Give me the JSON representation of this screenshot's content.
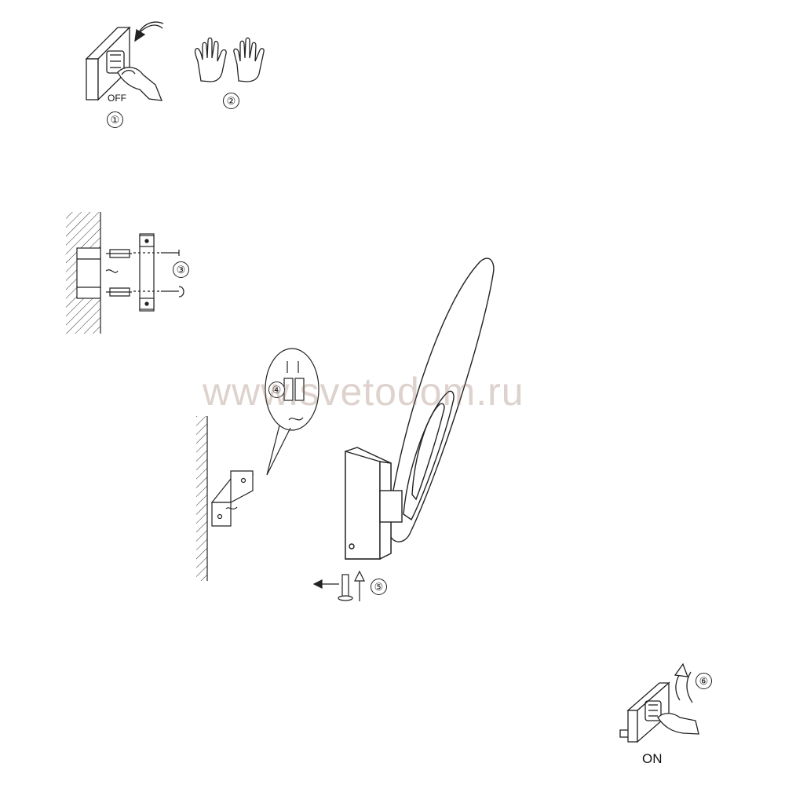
{
  "labels": {
    "off": "OFF",
    "on": "ON"
  },
  "steps": [
    "①",
    "②",
    "③",
    "④",
    "⑤",
    "⑥"
  ],
  "watermark": "www.svetodom.ru",
  "colors": {
    "line": "#222222",
    "watermark": "#96736455"
  }
}
